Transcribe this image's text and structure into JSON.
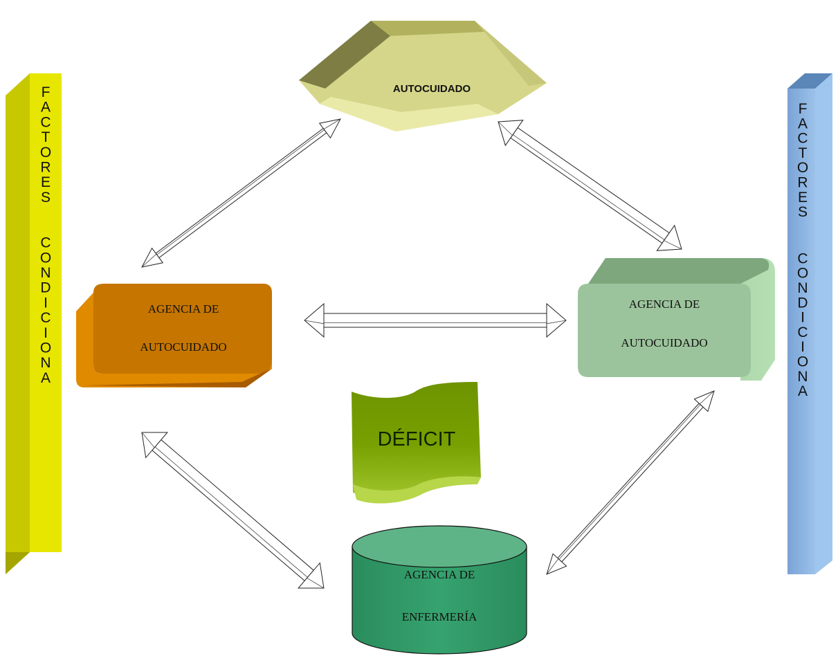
{
  "nodes": {
    "top": {
      "label": "AUTOCUIDADO"
    },
    "left": {
      "line1": "AGENCIA DE",
      "line2": "AUTOCUIDADO"
    },
    "right": {
      "line1": "AGENCIA  DE",
      "line2": "AUTOCUIDADO"
    },
    "deficit": {
      "label": "DÉFICIT"
    },
    "bottom": {
      "line1": "AGENCIA DE",
      "line2": "ENFERMERÍA"
    }
  },
  "side_bars": {
    "left_text": "FACTORES  CONDICIONA",
    "right_text": "FACTORES  CONDICIONA"
  },
  "colors": {
    "left_bar": "#e0e000",
    "right_bar": "#8db4e2",
    "top_node": "#d8d88e",
    "left_node": "#c47400",
    "right_node": "#9bc59b",
    "deficit": "#7a9e00",
    "bottom_node": "#2f9a66"
  }
}
